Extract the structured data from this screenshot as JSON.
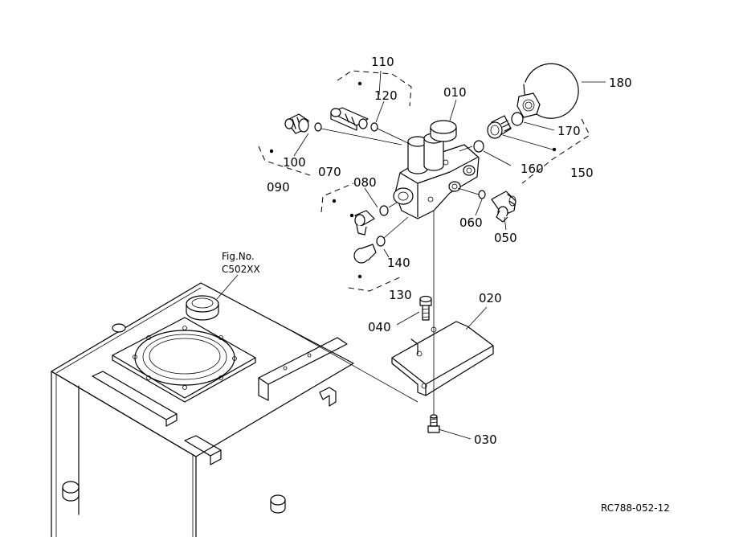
{
  "labels": {
    "p010": "010",
    "p020": "020",
    "p030": "030",
    "p040": "040",
    "p050": "050",
    "p060": "060",
    "p070": "070",
    "p080": "080",
    "p090": "090",
    "p100": "100",
    "p110": "110",
    "p120": "120",
    "p130": "130",
    "p140": "140",
    "p150": "150",
    "p160": "160",
    "p170": "170",
    "p180": "180"
  },
  "fig_ref": {
    "line1": "Fig.No.",
    "line2": "C502XX"
  },
  "drawing_code": "RC788-052-12"
}
